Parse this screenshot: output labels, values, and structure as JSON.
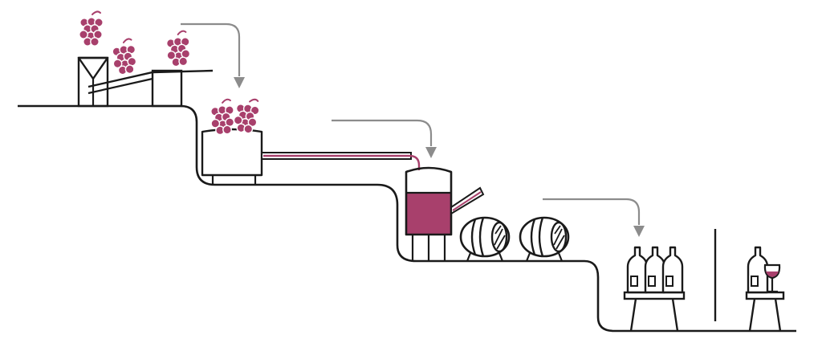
{
  "diagram": {
    "subject": "winemaking-process",
    "colors": {
      "line": "#1a1a1a",
      "wine": "#a8406c",
      "arrow": "#8c8c8c",
      "background": "#ffffff"
    },
    "steps": [
      {
        "id": "harvest-sorting",
        "icons": [
          "grape-bunch-icon",
          "hopper-icon",
          "conveyor-icon"
        ]
      },
      {
        "id": "crushing",
        "icons": [
          "crusher-vat-icon",
          "grape-bunch-icon"
        ]
      },
      {
        "id": "fermentation-aging",
        "icons": [
          "fermentation-tank-icon",
          "barrel-icon"
        ]
      },
      {
        "id": "bottling-tasting",
        "icons": [
          "wine-bottle-icon",
          "wine-glass-icon",
          "table-icon"
        ]
      }
    ],
    "flow_arrows": 3
  }
}
